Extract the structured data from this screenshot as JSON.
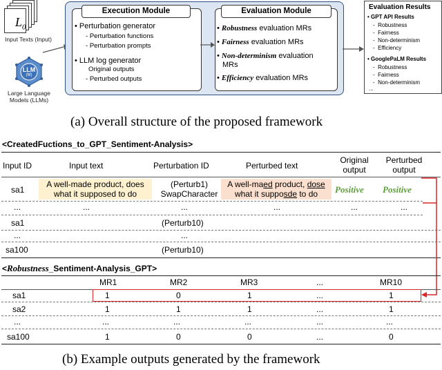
{
  "part_a": {
    "input_l0": "L",
    "input_l0_sub": "0",
    "input_caption": "Input Texts (Input)",
    "llm_icon_label": "LLM",
    "llm_icon_sub": "(M)",
    "llm_caption_line1": "Large Language",
    "llm_caption_line2": "Models (LLMs)",
    "execution": {
      "title": "Execution Module",
      "item1": "Perturbation generator",
      "item1_sub1": "Perturbation functions",
      "item1_sub2": "Perturbation prompts",
      "item2": "LLM log generator",
      "item2_sub1": "Original outputs",
      "item2_sub2": "Perturbed outputs"
    },
    "evaluation": {
      "title": "Evaluation Module",
      "items": [
        {
          "bold": "Robustness",
          "rest": " evaluation MRs"
        },
        {
          "bold": "Fairness",
          "rest": " evaluation MRs"
        },
        {
          "bold": "Non-determinism",
          "rest": " evaluation"
        },
        {
          "bold": "Efficiency",
          "rest": " evaluation MRs"
        }
      ],
      "item3_cont": "MRs"
    },
    "results": {
      "title": "Evaluation Results",
      "gpt_title": "GPT API Results",
      "gpt_items": [
        "Robustness",
        "Fairness",
        "Non-determinism",
        "Efficiency"
      ],
      "palm_title": "GooglePaLM Results",
      "palm_items": [
        "Robustness",
        "Fairness",
        "Non-determinism"
      ],
      "ellipsis": "..."
    },
    "caption": "(a) Overall structure of the proposed framework"
  },
  "part_b": {
    "table1_title": "<CreatedFuctions_to_GPT_Sentiment-Analysis>",
    "table1_headers": {
      "input_id": "Input ID",
      "input_text": "Input text",
      "perturbation_id": "Perturbation ID",
      "perturbed_text": "Perturbed text",
      "original_output_l1": "Original",
      "original_output_l2": "output",
      "perturbed_output_l1": "Perturbed",
      "perturbed_output_l2": "output"
    },
    "row1": {
      "id": "sa1",
      "input_l1": "A well-made product, does",
      "input_l2": "what it supposed to do",
      "pert_id_l1": "(Perturb1)",
      "pert_id_l2": "SwapCharacter",
      "pert_l1_a": "A well-ma",
      "pert_l1_u": "ed",
      "pert_l1_b": " product, ",
      "pert_l1_u2": "dose",
      "pert_l2_a": "what it suppo",
      "pert_l2_u": "sde",
      "pert_l2_b": " to do",
      "orig_out": "Positive",
      "pert_out": "Positive"
    },
    "ellipsis": "...",
    "row_sa1_p10": {
      "id": "sa1",
      "pert": "(Perturb10)"
    },
    "row_sa100": {
      "id": "sa100",
      "pert": "(Perturb10)"
    },
    "table2_title_prefix": "<",
    "table2_title_italic": "Robustness",
    "table2_title_rest": "_Sentiment-Analysis_GPT>",
    "table2_headers": [
      "MR1",
      "MR2",
      "MR3",
      "...",
      "MR10"
    ],
    "table2_rows": [
      {
        "id": "sa1",
        "vals": [
          "1",
          "0",
          "1",
          "...",
          "1"
        ]
      },
      {
        "id": "sa2",
        "vals": [
          "1",
          "1",
          "1",
          "...",
          "1"
        ]
      },
      {
        "id": "...",
        "vals": [
          "...",
          "...",
          "...",
          "...",
          "..."
        ]
      },
      {
        "id": "sa100",
        "vals": [
          "1",
          "0",
          "0",
          "...",
          "0"
        ]
      }
    ],
    "caption": "(b) Example outputs generated by the framework"
  }
}
